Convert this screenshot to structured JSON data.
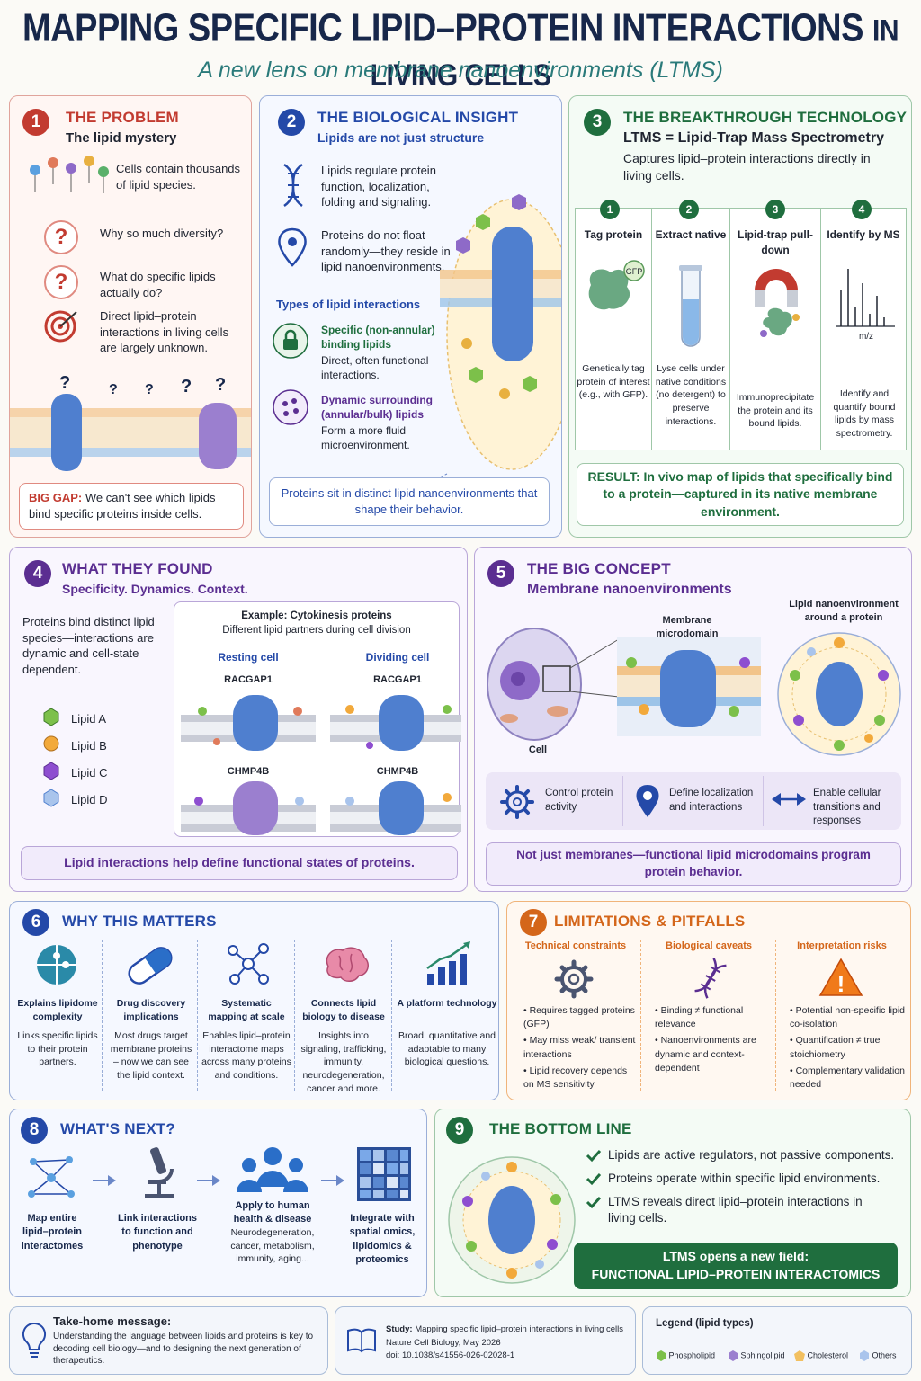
{
  "header": {
    "title_main": "MAPPING SPECIFIC LIPID–PROTEIN INTERACTIONS",
    "title_tail": "IN LIVING CELLS",
    "subtitle": "A new lens on membrane nanoenvironments (LTMS)"
  },
  "colors": {
    "navy": "#17274a",
    "red": "#c23b30",
    "blue": "#2449a8",
    "green": "#1f6e3e",
    "purple": "#5b2e91",
    "orange": "#d4661a",
    "teal": "#2a7a7a"
  },
  "p1": {
    "num": "1",
    "title": "THE PROBLEM",
    "subtitle": "The lipid mystery",
    "intro": "Cells contain thousands of lipid species.",
    "q1": "Why so much diversity?",
    "q2": "What do specific lipids actually do?",
    "q3": "Direct lipid–protein interactions in living cells are largely unknown.",
    "qmark": "?",
    "gap_label": "BIG GAP:",
    "gap_text": "We can't see which lipids bind specific proteins inside cells."
  },
  "p2": {
    "num": "2",
    "title": "THE BIOLOGICAL INSIGHT",
    "subtitle": "Lipids are not just structure",
    "t1": "Lipids regulate protein function, localization, folding and signaling.",
    "t2": "Proteins do not float randomly—they reside in lipid nanoenvironments.",
    "types_title": "Types of lipid interactions",
    "type1_title": "Specific (non-annular) binding lipids",
    "type1_text": "Direct, often functional interactions.",
    "type2_title": "Dynamic surrounding (annular/bulk) lipids",
    "type2_text": "Form a more fluid microenvironment.",
    "box": "Proteins sit in distinct lipid nanoenvironments that shape their behavior."
  },
  "p3": {
    "num": "3",
    "title": "THE BREAKTHROUGH TECHNOLOGY",
    "subtitle": "LTMS = Lipid-Trap Mass Spectrometry",
    "desc": "Captures lipid–protein interactions directly in living cells.",
    "steps": [
      {
        "n": "1",
        "title": "Tag protein",
        "text": "Genetically tag protein of interest (e.g., with GFP)."
      },
      {
        "n": "2",
        "title": "Extract native",
        "text": "Lyse cells under native conditions (no detergent) to preserve interactions."
      },
      {
        "n": "3",
        "title": "Lipid-trap pull-down",
        "text": "Immunoprecipitate the protein and its bound lipids."
      },
      {
        "n": "4",
        "title": "Identify by MS",
        "text": "Identify and quantify bound lipids by mass spectrometry."
      }
    ],
    "gfp": "GFP",
    "mz": "m/z",
    "result_label": "RESULT:",
    "result_text": "In vivo map of lipids that specifically bind to a protein—captured in its native membrane environment."
  },
  "p4": {
    "num": "4",
    "title": "WHAT THEY FOUND",
    "subtitle": "Specificity. Dynamics. Context.",
    "text": "Proteins bind distinct lipid species—interactions are dynamic and cell-state dependent.",
    "legend": [
      "Lipid A",
      "Lipid B",
      "Lipid C",
      "Lipid D"
    ],
    "example_title": "Example: Cytokinesis proteins",
    "example_sub": "Different lipid partners during cell division",
    "resting": "Resting cell",
    "dividing": "Dividing cell",
    "protein1": "RACGAP1",
    "protein2": "CHMP4B",
    "box": "Lipid interactions help define functional states of proteins."
  },
  "p5": {
    "num": "5",
    "title": "THE BIG CONCEPT",
    "subtitle": "Membrane nanoenvironments",
    "cell": "Cell",
    "micro": "Membrane microdomain",
    "nano": "Lipid nanoenvironment around a protein",
    "f1": "Control protein activity",
    "f2": "Define localization and interactions",
    "f3": "Enable cellular transitions and responses",
    "box": "Not just membranes—functional lipid microdomains program protein behavior."
  },
  "p6": {
    "num": "6",
    "title": "WHY THIS MATTERS",
    "items": [
      {
        "title": "Explains lipidome complexity",
        "text": "Links specific lipids to their protein partners."
      },
      {
        "title": "Drug discovery implications",
        "text": "Most drugs target membrane proteins – now we can see the lipid context."
      },
      {
        "title": "Systematic mapping at scale",
        "text": "Enables lipid–protein interactome maps across many proteins and conditions."
      },
      {
        "title": "Connects lipid biology to disease",
        "text": "Insights into signaling, trafficking, immunity, neurodegeneration, cancer and more."
      },
      {
        "title": "A platform technology",
        "text": "Broad, quantitative and adaptable to many biological questions."
      }
    ]
  },
  "p7": {
    "num": "7",
    "title": "LIMITATIONS & PITFALLS",
    "cols": [
      {
        "title": "Technical constraints",
        "bullets": [
          "Requires tagged proteins (GFP)",
          "May miss weak/ transient interactions",
          "Lipid recovery depends on MS sensitivity"
        ]
      },
      {
        "title": "Biological caveats",
        "bullets": [
          "Binding ≠ functional relevance",
          "Nanoenvironments are dynamic and context-dependent"
        ]
      },
      {
        "title": "Interpretation risks",
        "bullets": [
          "Potential non-specific lipid co-isolation",
          "Quantification ≠ true stoichiometry",
          "Complementary validation needed"
        ]
      }
    ],
    "warn": "!"
  },
  "p8": {
    "num": "8",
    "title": "WHAT'S NEXT?",
    "items": [
      {
        "title": "Map entire lipid–protein interactomes",
        "text": ""
      },
      {
        "title": "Link interactions to function and phenotype",
        "text": ""
      },
      {
        "title": "Apply to human health & disease",
        "text": "Neurodegeneration, cancer, metabolism, immunity, aging..."
      },
      {
        "title": "Integrate with spatial omics, lipidomics & proteomics",
        "text": ""
      }
    ]
  },
  "p9": {
    "num": "9",
    "title": "THE BOTTOM LINE",
    "checks": [
      "Lipids are active regulators, not passive components.",
      "Proteins operate within specific lipid environments.",
      "LTMS reveals direct lipid–protein interactions in living cells."
    ],
    "banner1": "LTMS opens a new field:",
    "banner2": "FUNCTIONAL LIPID–PROTEIN INTERACTOMICS"
  },
  "footer": {
    "take_title": "Take-home message:",
    "take_text": "Understanding the language between lipids and proteins is key to decoding cell biology—and to designing the next generation of therapeutics.",
    "study_label": "Study:",
    "study_title": "Mapping specific lipid–protein interactions in living cells",
    "journal": "Nature Cell Biology, May 2026",
    "doi": "doi: 10.1038/s41556-026-02028-1",
    "legend_title": "Legend (lipid types)",
    "legend": [
      "Phospholipid",
      "Sphingolipid",
      "Cholesterol",
      "Others"
    ]
  }
}
